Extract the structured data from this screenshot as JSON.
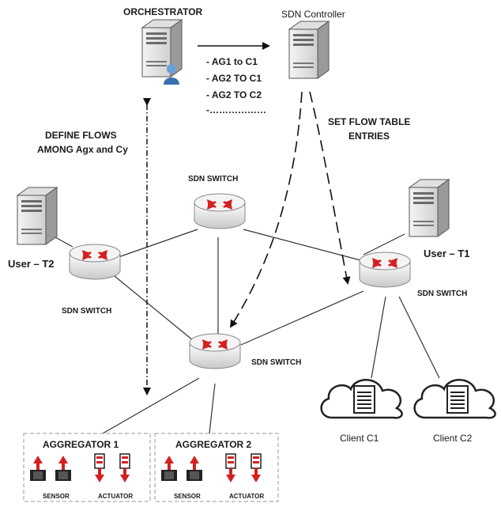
{
  "nodes": {
    "orchestrator": "ORCHESTRATOR",
    "controller": "SDN Controller",
    "switch_top": "SDN SWITCH",
    "switch_left": "SDN SWITCH",
    "switch_right": "SDN SWITCH",
    "switch_bottom": "SDN SWITCH",
    "user_t2": "User – T2",
    "user_t1": "User – T1",
    "client_c1": "Client C1",
    "client_c2": "Client C2",
    "aggregator1": "AGGREGATOR 1",
    "aggregator2": "AGGREGATOR 2",
    "sensor": "SENSOR",
    "actuator": "ACTUATOR"
  },
  "flows_list": [
    "- AG1 to C1",
    "- AG2 TO C1",
    "- AG2 TO C2",
    "-………………"
  ],
  "labels": {
    "define_flows_1": "DEFINE FLOWS",
    "define_flows_2": "AMONG Agx and Cy",
    "set_flow_1": "SET FLOW TABLE",
    "set_flow_2": "ENTRIES"
  },
  "colors": {
    "arrow_red": "#d42020",
    "switch_body": "#e8e8e8",
    "cloud_stroke": "#222222"
  }
}
